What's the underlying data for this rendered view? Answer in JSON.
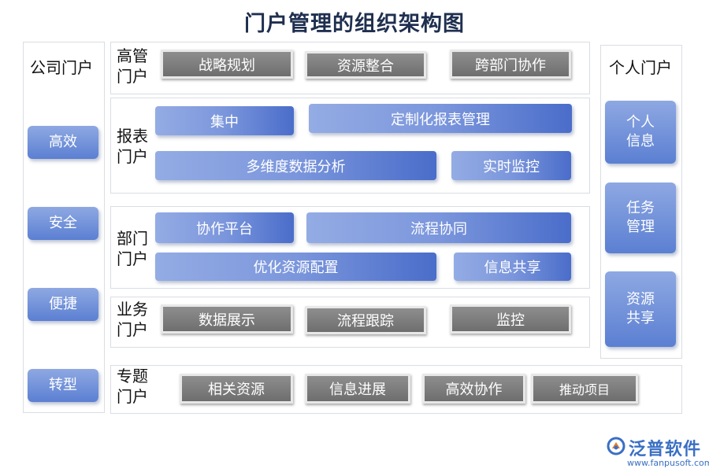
{
  "title": "门户管理的组织架构图",
  "left": {
    "title": "公司门户",
    "items": [
      "高效",
      "安全",
      "便捷",
      "转型"
    ]
  },
  "right": {
    "title": "个人门户",
    "items": [
      "个人\n信息",
      "任务\n管理",
      "资源\n共享"
    ]
  },
  "rows": {
    "exec": {
      "label": "高管\n门户",
      "items": [
        "战略规划",
        "资源整合",
        "跨部门协作"
      ]
    },
    "report": {
      "label": "报表\n门户",
      "items": [
        "集中",
        "定制化报表管理",
        "多维度数据分析",
        "实时监控"
      ]
    },
    "dept": {
      "label": "部门\n门户",
      "items": [
        "协作平台",
        "流程协同",
        "优化资源配置",
        "信息共享"
      ]
    },
    "biz": {
      "label": "业务\n门户",
      "items": [
        "数据展示",
        "流程跟踪",
        "监控"
      ]
    },
    "topic": {
      "label": "专题\n门户",
      "items": [
        "相关资源",
        "信息进展",
        "高效协作",
        "推动项目"
      ]
    }
  },
  "logo": {
    "name": "泛普软件",
    "url": "www.fanpusoft.com",
    "color": "#3a6fc4"
  },
  "colors": {
    "blue_dark": "#4a6dca",
    "blue_light": "#94ace4",
    "gray": "#7a7a7a"
  }
}
